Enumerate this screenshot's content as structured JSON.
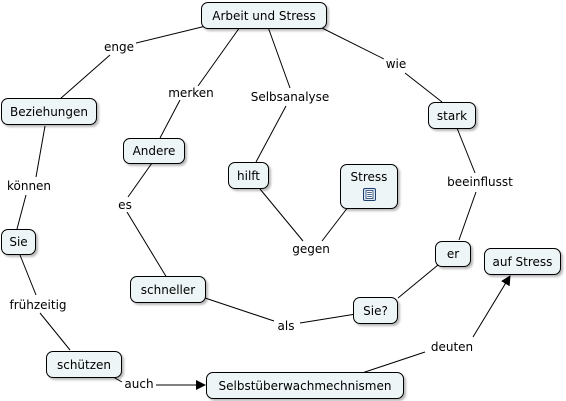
{
  "concept_map": {
    "concepts": {
      "arbeit_und_stress": "Arbeit und Stress",
      "beziehungen": "Beziehungen",
      "andere": "Andere",
      "hilft": "hilft",
      "stress": "Stress",
      "stark": "stark",
      "sie": "Sie",
      "er": "er",
      "auf_stress": "auf Stress",
      "schneller": "schneller",
      "sie_frage": "Sie?",
      "schuetzen": "schützen",
      "selbstueberwachmechnismen": "Selbstüberwachmechnismen"
    },
    "linking_phrases": {
      "enge": "enge",
      "merken": "merken",
      "selbsanalyse": "Selbsanalyse",
      "wie": "wie",
      "koennen": "können",
      "es": "es",
      "beeinflusst": "beeinflusst",
      "gegen": "gegen",
      "fruehzeitig": "frühzeitig",
      "als": "als",
      "deuten": "deuten",
      "auch": "auch"
    },
    "icons": {
      "stress_attachment": "document-icon"
    },
    "colors": {
      "node_fill": "#eef5f6",
      "node_border": "#000000",
      "link_line": "#000000",
      "background": "#ffffff"
    }
  }
}
